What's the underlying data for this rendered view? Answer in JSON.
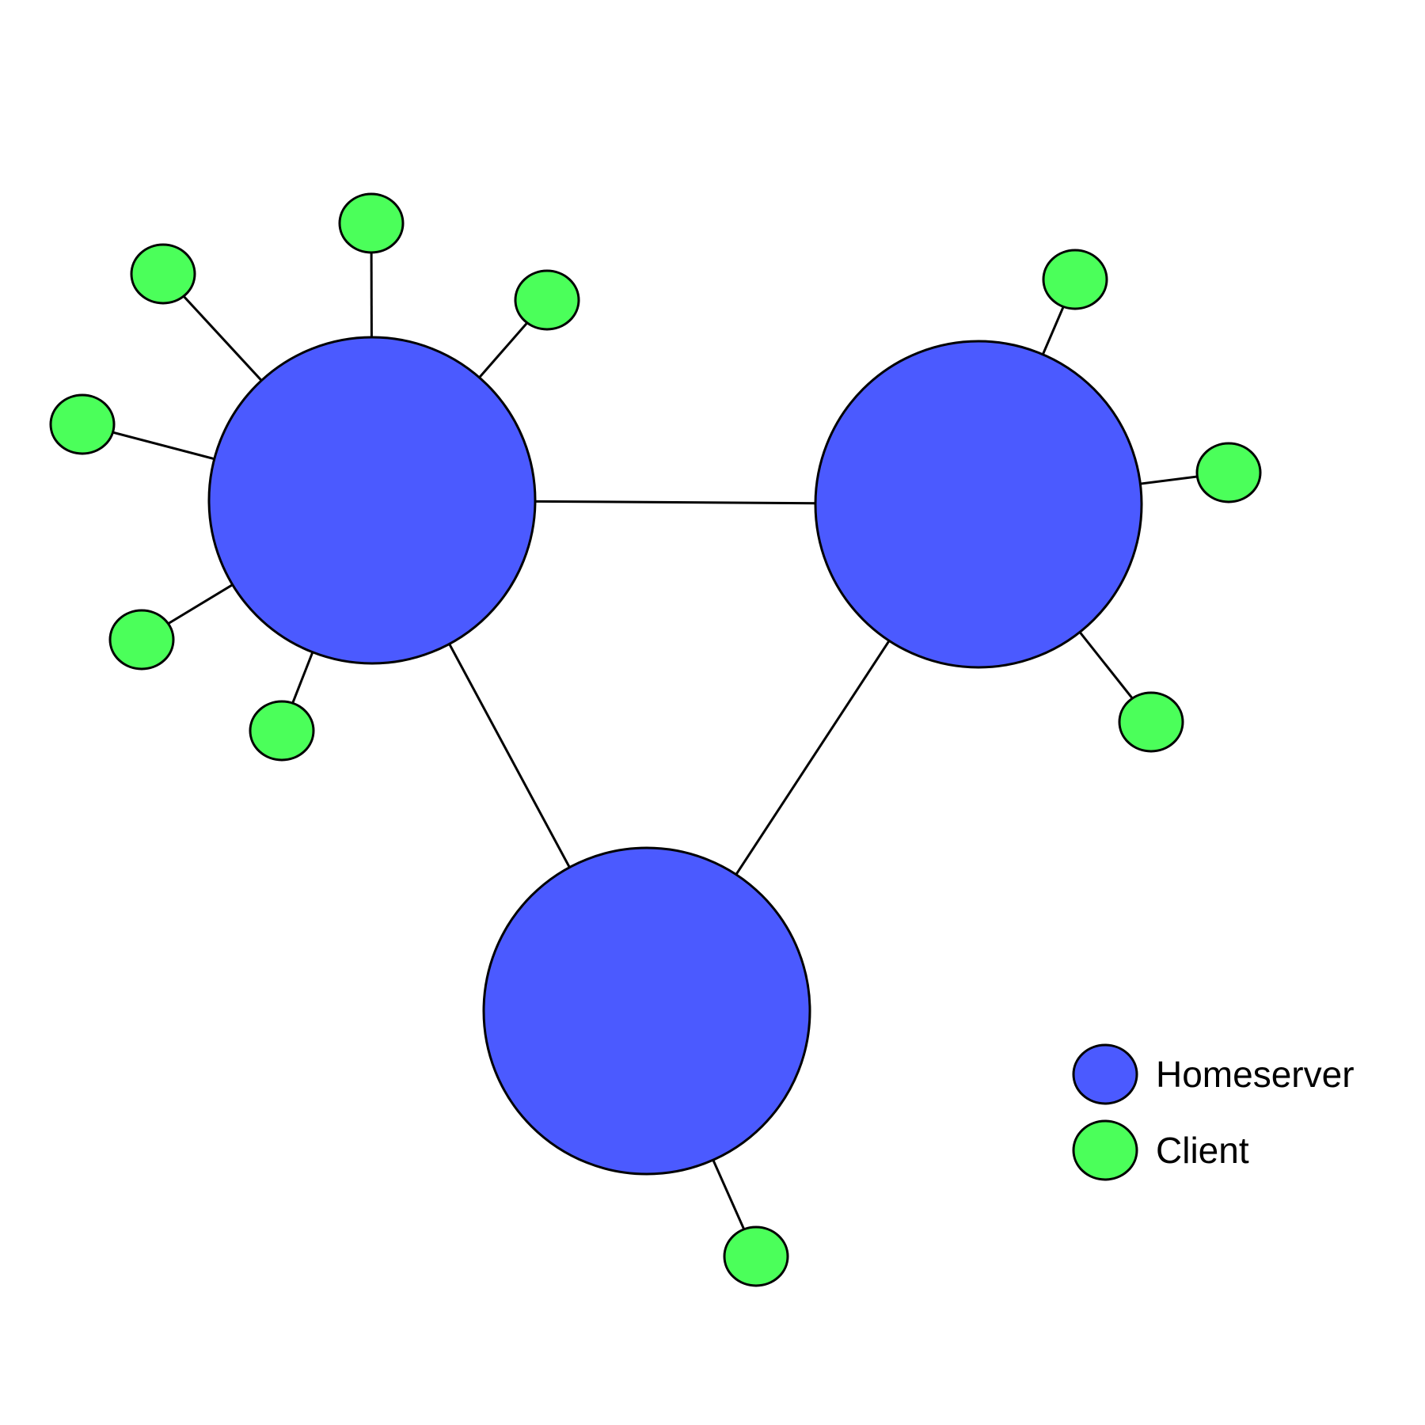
{
  "colors": {
    "homeserver": "#4b5aff",
    "client": "#4bff5a",
    "outline": "#000000",
    "background": "#ffffff"
  },
  "legend": {
    "homeserver_label": "Homeserver",
    "client_label": "Client"
  },
  "nodes": [
    {
      "id": "server-left",
      "type": "homeserver"
    },
    {
      "id": "server-right",
      "type": "homeserver"
    },
    {
      "id": "server-bottom",
      "type": "homeserver"
    },
    {
      "id": "client-l1",
      "type": "client"
    },
    {
      "id": "client-l2",
      "type": "client"
    },
    {
      "id": "client-l3",
      "type": "client"
    },
    {
      "id": "client-l4",
      "type": "client"
    },
    {
      "id": "client-l5",
      "type": "client"
    },
    {
      "id": "client-l6",
      "type": "client"
    },
    {
      "id": "client-r1",
      "type": "client"
    },
    {
      "id": "client-r2",
      "type": "client"
    },
    {
      "id": "client-r3",
      "type": "client"
    },
    {
      "id": "client-b1",
      "type": "client"
    }
  ],
  "edges": [
    [
      "server-left",
      "server-right"
    ],
    [
      "server-left",
      "server-bottom"
    ],
    [
      "server-right",
      "server-bottom"
    ],
    [
      "server-left",
      "client-l1"
    ],
    [
      "server-left",
      "client-l2"
    ],
    [
      "server-left",
      "client-l3"
    ],
    [
      "server-left",
      "client-l4"
    ],
    [
      "server-left",
      "client-l5"
    ],
    [
      "server-left",
      "client-l6"
    ],
    [
      "server-right",
      "client-r1"
    ],
    [
      "server-right",
      "client-r2"
    ],
    [
      "server-right",
      "client-r3"
    ],
    [
      "server-bottom",
      "client-b1"
    ]
  ]
}
